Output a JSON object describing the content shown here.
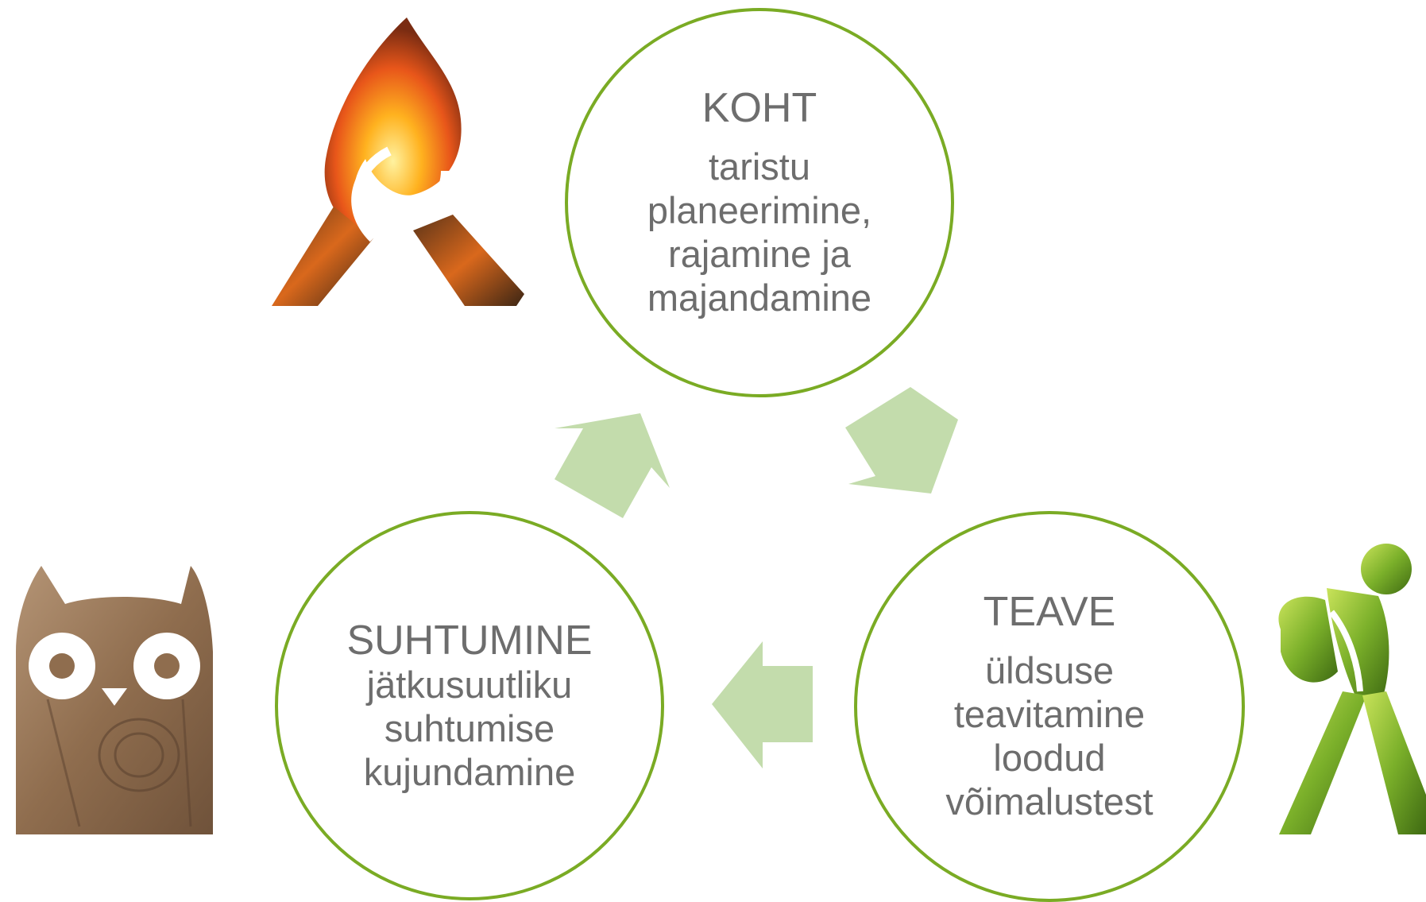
{
  "nodes": {
    "koht": {
      "title": "KOHT",
      "description": "taristu planeerimine, rajamine ja majandamine"
    },
    "teave": {
      "title": "TEAVE",
      "description": "üldsuse teavitamine loodud võimalustest"
    },
    "suhtumine": {
      "title": "SUHTUMINE",
      "description": "jätkusuutliku suhtumise kujundamine"
    }
  },
  "colors": {
    "circle_border": "#7aab24",
    "arrow_fill": "#c3dcac",
    "text": "#6d6d6d"
  },
  "icons": [
    "campfire-icon",
    "owl-icon",
    "hiker-icon"
  ]
}
